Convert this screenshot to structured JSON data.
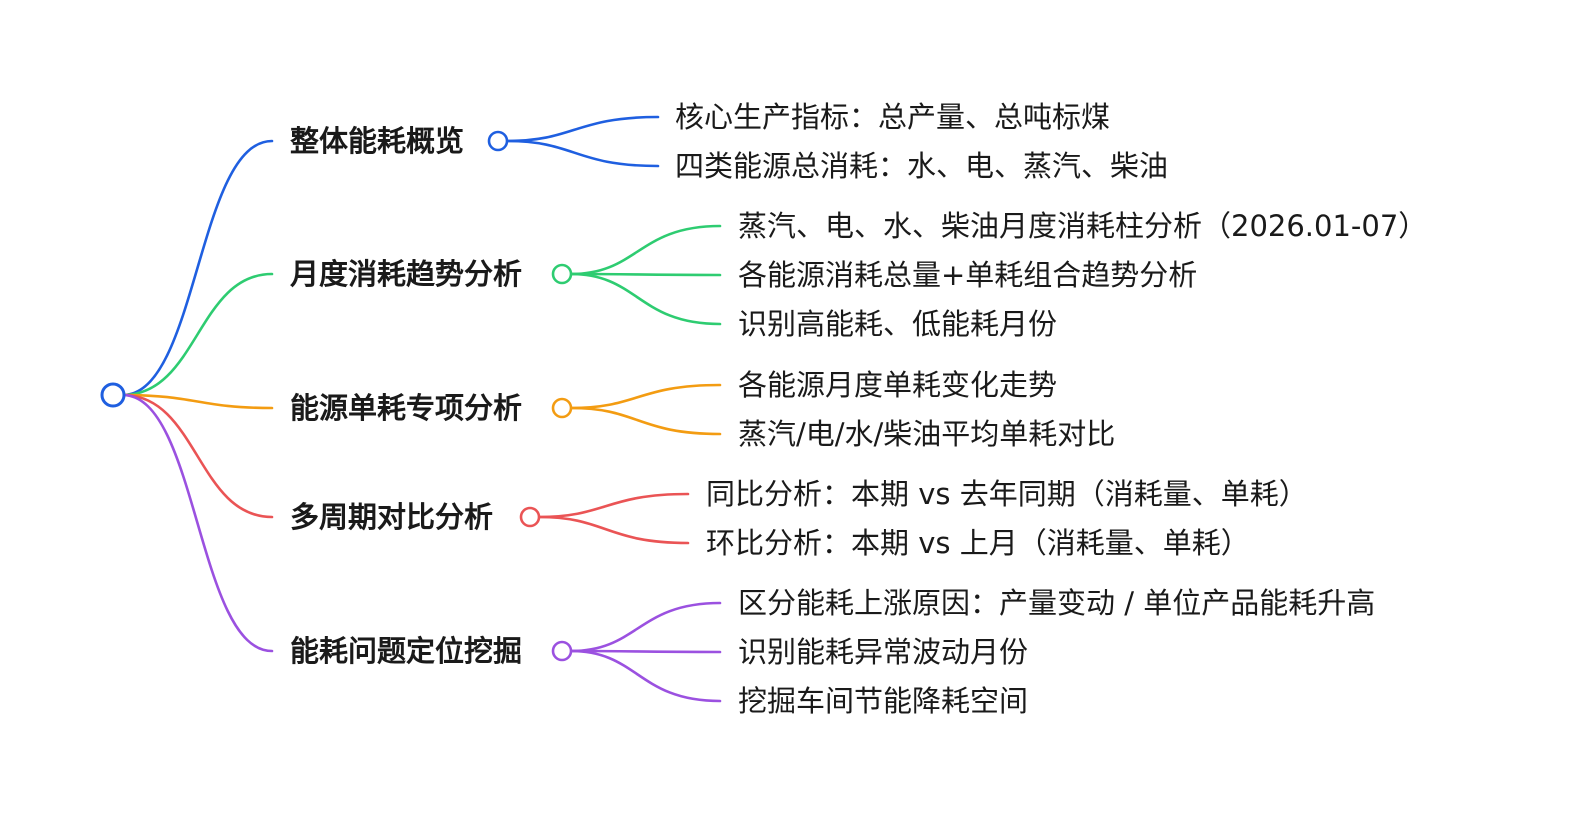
{
  "root": {
    "label": "",
    "color": "#1f5fe0"
  },
  "branches": [
    {
      "label": "整体能耗概览",
      "color": "#1f5fe0",
      "children": [
        "核心生产指标：总产量、总吨标煤",
        "四类能源总消耗：水、电、蒸汽、柴油"
      ]
    },
    {
      "label": "月度消耗趋势分析",
      "color": "#2ecc71",
      "children": [
        "蒸汽、电、水、柴油月度消耗柱分析（2026.01-07）",
        "各能源消耗总量+单耗组合趋势分析",
        "识别高能耗、低能耗月份"
      ]
    },
    {
      "label": "能源单耗专项分析",
      "color": "#f39c12",
      "children": [
        "各能源月度单耗变化走势",
        "蒸汽/电/水/柴油平均单耗对比"
      ]
    },
    {
      "label": "多周期对比分析",
      "color": "#ea5455",
      "children": [
        "同比分析：本期 vs 去年同期（消耗量、单耗）",
        "环比分析：本期 vs 上月（消耗量、单耗）"
      ]
    },
    {
      "label": "能耗问题定位挖掘",
      "color": "#9b51e0",
      "children": [
        "区分能耗上涨原因：产量变动 / 单位产品能耗升高",
        "识别能耗异常波动月份",
        "挖掘车间节能降耗空间"
      ]
    }
  ]
}
